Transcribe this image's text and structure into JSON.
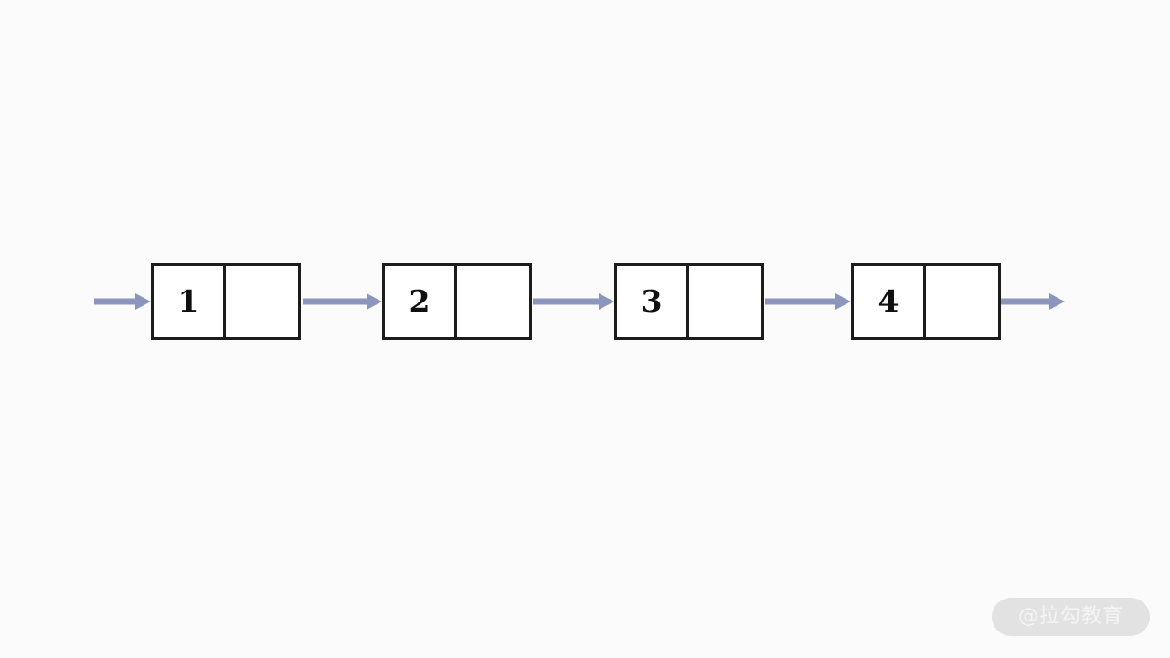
{
  "diagram": {
    "type": "singly-linked-list",
    "background_color": "#fbfbfb",
    "node_border_color": "#1c1c1c",
    "node_fill_color": "#ffffff",
    "arrow_color": "#8c96bd",
    "nodes": [
      {
        "value": "1",
        "pointer_cell": ""
      },
      {
        "value": "2",
        "pointer_cell": ""
      },
      {
        "value": "3",
        "pointer_cell": ""
      },
      {
        "value": "4",
        "pointer_cell": ""
      }
    ],
    "arrows": {
      "head": "head-arrow",
      "between": [
        "arrow-1-to-2",
        "arrow-2-to-3",
        "arrow-3-to-4"
      ],
      "tail": "tail-arrow"
    }
  },
  "watermark": {
    "text": "@拉勾教育",
    "pill_color": "#e2e2e2",
    "text_color": "#f4f4f4"
  }
}
